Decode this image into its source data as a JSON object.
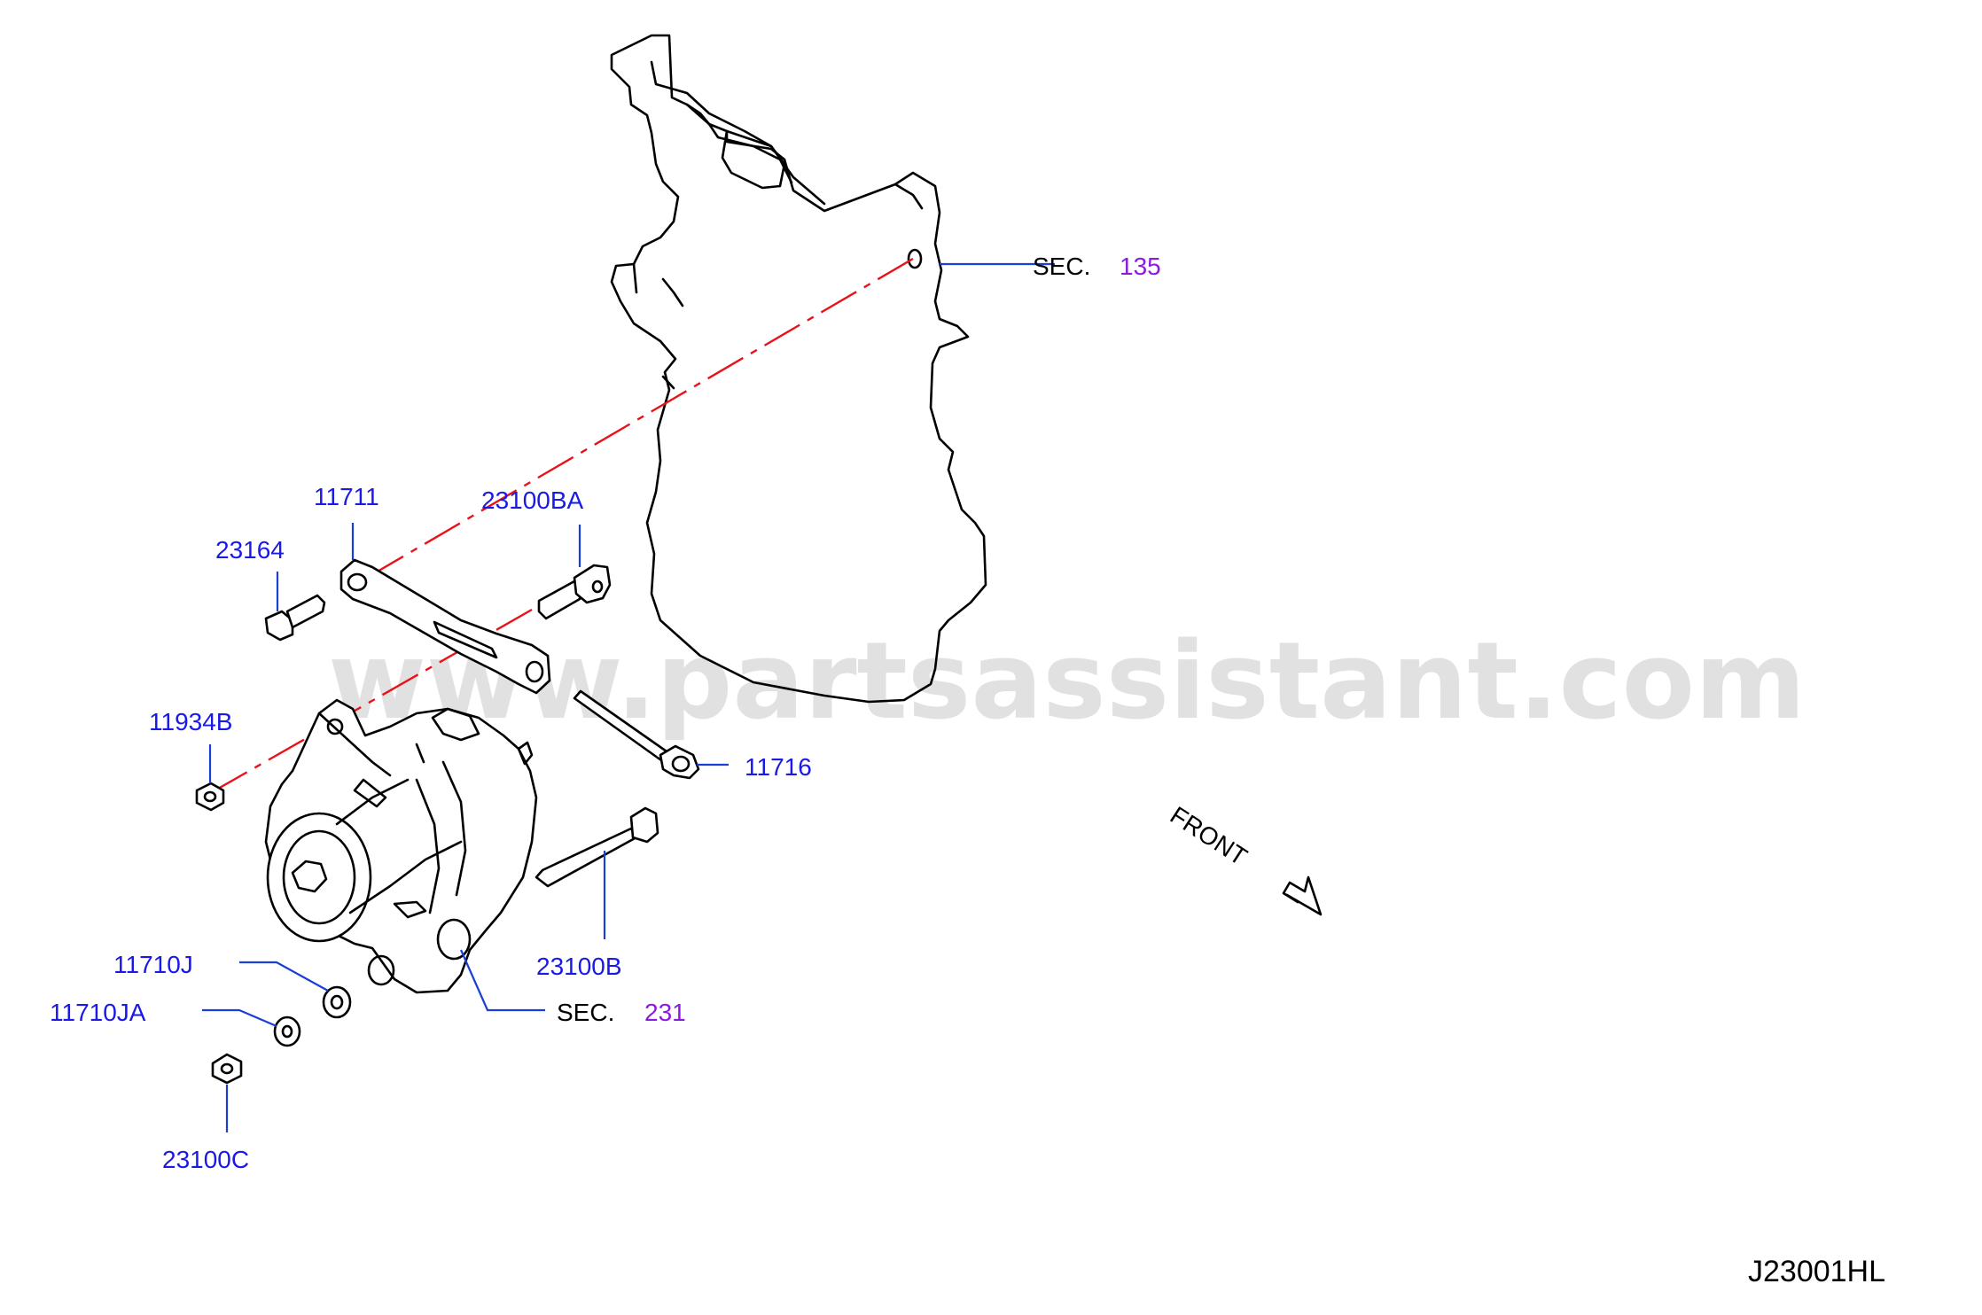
{
  "watermark": "www.partsassistant.com",
  "diagram_code": "J23001HL",
  "front_label": "FRONT",
  "colors": {
    "part_number": "#1a1ae6",
    "section_number": "#8b1ae0",
    "leader_line": "#1a3fd6",
    "center_line": "#e8121a"
  },
  "callouts": {
    "sec_135": {
      "word": "SEC.",
      "number": "135"
    },
    "sec_231": {
      "word": "SEC.",
      "number": "231"
    },
    "p11711": "11711",
    "p23100BA": "23100BA",
    "p23164": "23164",
    "p11934B": "11934B",
    "p11716": "11716",
    "p23100B": "23100B",
    "p11710J": "11710J",
    "p11710JA": "11710JA",
    "p23100C": "23100C"
  }
}
